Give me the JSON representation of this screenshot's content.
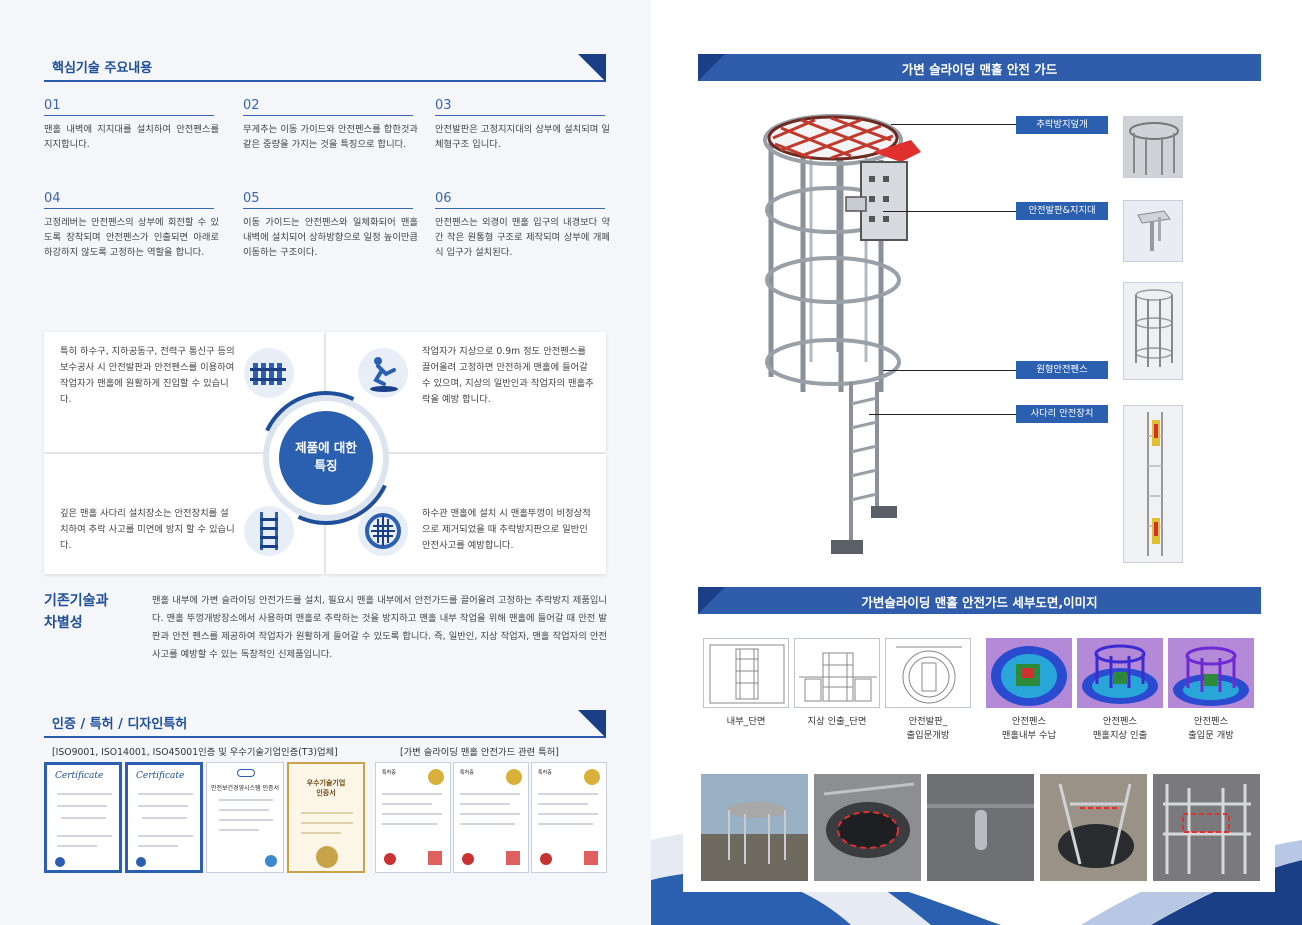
{
  "left": {
    "core": {
      "title": "핵심기술 주요내용",
      "items": [
        {
          "num": "01",
          "text": "맨홀 내벽에 지지대를 설치하여 안전펜스를 지지합니다."
        },
        {
          "num": "02",
          "text": "무게추는 이동 가이드와 안전펜스를 합한것과 같은 중량을 가지는 것을 특징으로 합니다."
        },
        {
          "num": "03",
          "text": "안전발판은 고정지지대의 상부에 설치되며 일체형구조 입니다."
        },
        {
          "num": "04",
          "text": "고정레버는 안전펜스의 상부에 회전할 수 있도록 장착되며 안전펜스가 인출되면 아래로 하강하지 않도록 고정하는 역할을 합니다."
        },
        {
          "num": "05",
          "text": "이동 가이드는 안전펜스와 일체화되어 맨홀 내벽에 설치되어 상하방향으로 일정 높이만큼 이동하는 구조이다."
        },
        {
          "num": "06",
          "text": "안전펜스는 외경이 맨홀 입구의 내경보다 약간 작은 원통형 구조로 제작되며 상부에 개폐식 입구가 설치된다."
        }
      ]
    },
    "features": {
      "center": "제품에 대한 특징",
      "center_line1": "제품에 대한",
      "center_line2": "특징",
      "top_left": "특히 하수구, 지하공동구, 전력구 통신구 등의 보수공사 시 안전발판과 안전펜스를 이용하여 작업자가 맨홀에 원활하게 진입할 수 있습니다.",
      "top_right": "작업자가 지상으로 0.9m 정도 안전펜스를 끌어올려 고정하면 안전하게 맨홀에 들어갈 수 있으며, 지상의 일반인과 작업자의 맨홀추락을 예방 합니다.",
      "bottom_left": "깊은 맨홀 사다리 설치장소는 안전장치를 설치하여 추락 사고를 미연에 방지 할 수 있습니다.",
      "bottom_right": "하수관 맨홀에 설치 시 맨홀뚜껑이 비정상적으로 제거되었을 때 추락방지판으로 일반인 안전사고를 예방합니다."
    },
    "diff": {
      "title_line1": "기존기술과",
      "title_line2": "차별성",
      "text": "맨홀 내부에 가변 슬라이딩 안전가드를 설치, 필요시 맨홀 내부에서 안전가드를 끌어올려 고정하는 추락방지 제품입니다. 맨홀 뚜껑개방장소에서 사용하며 맨홀로 추락하는 것을 방지하고 맨홀 내부 작업을 위해 맨홀에 들어갈 때 안전 발판과 안전 펜스를 제공하여 작업자가 원활하게 들어갈 수 있도록 합니다. 즉, 일반인, 지상 작업자, 맨홀 작업자의 안전사고를 예방할 수 있는 독창적인 신제품입니다."
    },
    "cert": {
      "title": "인증 / 특허 / 디자인특허",
      "caption_left": "[ISO9001, ISO14001, ISO45001인증 및 우수기술기업인증(T3)업체]",
      "caption_right": "[가변 슬라이딩 맨홀 안전가드 관련 특허]",
      "doc1": "Certificate",
      "doc2": "Certificate",
      "doc3": "안전보건경영시스템 인증서",
      "doc4_line1": "우수기술기업",
      "doc4_line2": "인증서",
      "patent": "특허증"
    }
  },
  "right": {
    "guard": {
      "title": "가변 슬라이딩 맨홀 안전 가드",
      "tags": [
        "추락방지덮개",
        "안전발판&지지대",
        "원형안전펜스",
        "사다리 안전장치"
      ]
    },
    "detail": {
      "title": "가변슬라이딩 맨홀 안전가드 세부도면,이미지",
      "captions": [
        {
          "line1": "내부_단면",
          "line2": ""
        },
        {
          "line1": "지상 인출_단면",
          "line2": ""
        },
        {
          "line1": "안전발판_",
          "line2": "출입문개방"
        },
        {
          "line1": "안전펜스",
          "line2": "맨홀내부 수납"
        },
        {
          "line1": "안전펜스",
          "line2": "맨홀지상 인출"
        },
        {
          "line1": "안전펜스",
          "line2": "출입문 개방"
        }
      ]
    }
  },
  "colors": {
    "primary": "#2b5fb0",
    "dark": "#1a3f86",
    "accent_red": "#e03030"
  }
}
